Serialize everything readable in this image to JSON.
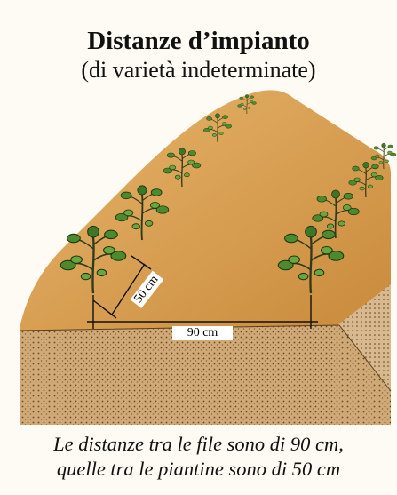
{
  "header": {
    "title": "Distanze d’impianto",
    "subtitle": "(di varietà indeterminate)"
  },
  "diagram": {
    "row_spacing_label": "90 cm",
    "plant_spacing_label": "50 cm",
    "colors": {
      "soil_field": "#d79b4a",
      "soil_ground": "#c9a572",
      "foliage": "#4c8a2c",
      "stem": "#2f3a1b",
      "measure": "#111111"
    },
    "icons": [
      "tomato-plant-icon"
    ]
  },
  "footer": {
    "caption_line1": "Le distanze tra le file sono di 90 cm,",
    "caption_line2": "quelle tra le piantine sono di 50 cm"
  }
}
